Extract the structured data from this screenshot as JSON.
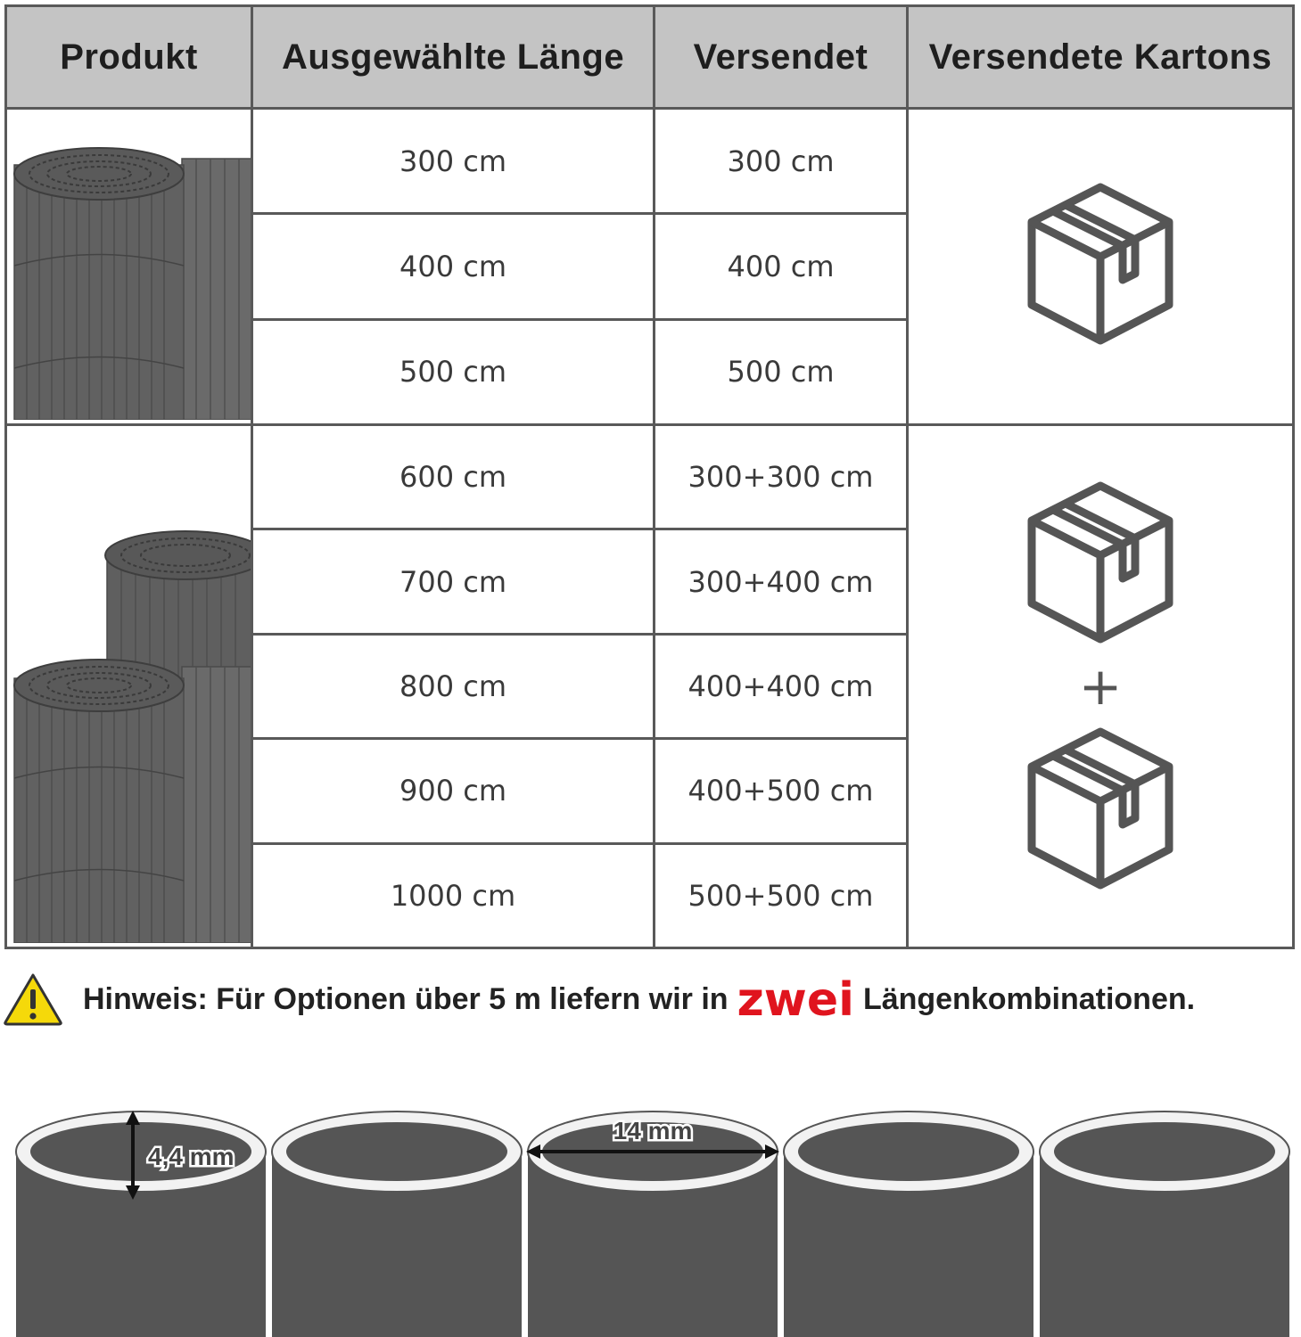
{
  "table": {
    "headers": [
      "Produkt",
      "Ausgewählte Länge",
      "Versendet",
      "Versendete Kartons"
    ],
    "group1": [
      {
        "laenge": "300 cm",
        "versendet": "300 cm"
      },
      {
        "laenge": "400 cm",
        "versendet": "400 cm"
      },
      {
        "laenge": "500 cm",
        "versendet": "500 cm"
      }
    ],
    "group2": [
      {
        "laenge": "600 cm",
        "versendet": "300+300 cm"
      },
      {
        "laenge": "700 cm",
        "versendet": "300+400 cm"
      },
      {
        "laenge": "800 cm",
        "versendet": "400+400 cm"
      },
      {
        "laenge": "900 cm",
        "versendet": "400+500 cm"
      },
      {
        "laenge": "1000 cm",
        "versendet": "500+500 cm"
      }
    ],
    "plus": "+"
  },
  "notice": {
    "before": "Hinweis: Für Optionen über 5 m liefern wir in",
    "highlight": "zwei",
    "after": "Längenkombinationen."
  },
  "dimensions": {
    "wall": "4,4 mm",
    "diameter": "14 mm"
  },
  "colors": {
    "header_bg": "#c4c4c4",
    "border": "#595959",
    "highlight": "#e0141e",
    "warning": "#f5d90a",
    "product": "#616161"
  }
}
